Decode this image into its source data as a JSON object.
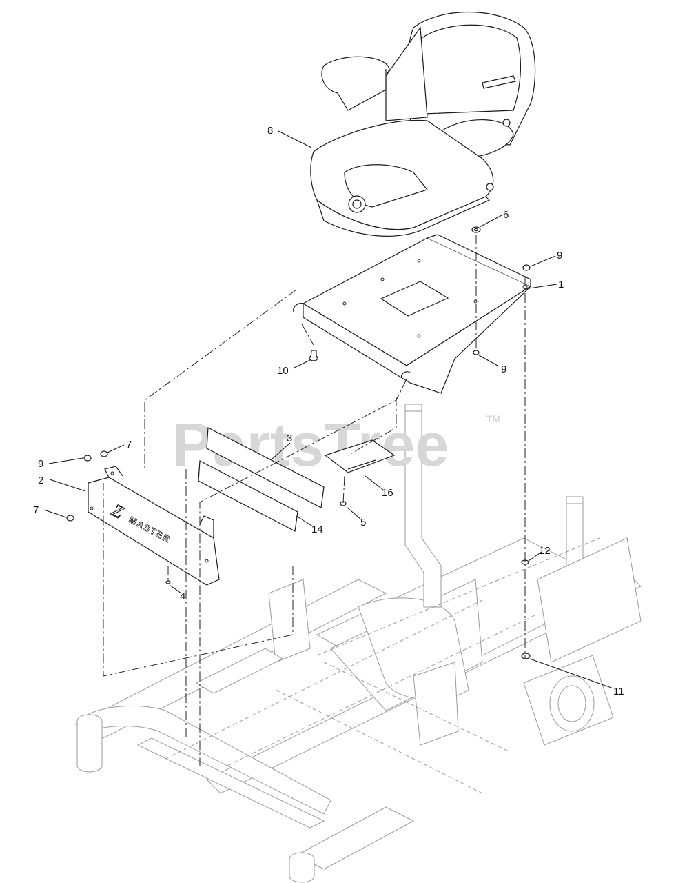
{
  "watermark": {
    "text": "PartsTree",
    "trademark": "TM"
  },
  "callouts": [
    {
      "id": "8",
      "label": "8"
    },
    {
      "id": "6",
      "label": "6"
    },
    {
      "id": "9a",
      "label": "9"
    },
    {
      "id": "1",
      "label": "1"
    },
    {
      "id": "10",
      "label": "10"
    },
    {
      "id": "9b",
      "label": "9"
    },
    {
      "id": "7a",
      "label": "7"
    },
    {
      "id": "3",
      "label": "3"
    },
    {
      "id": "9c",
      "label": "9"
    },
    {
      "id": "2",
      "label": "2"
    },
    {
      "id": "16",
      "label": "16"
    },
    {
      "id": "7b",
      "label": "7"
    },
    {
      "id": "5",
      "label": "5"
    },
    {
      "id": "14",
      "label": "14"
    },
    {
      "id": "12",
      "label": "12"
    },
    {
      "id": "4",
      "label": "4"
    },
    {
      "id": "11",
      "label": "11"
    }
  ],
  "panel_logo": {
    "z": "Z",
    "word": "MASTER"
  }
}
